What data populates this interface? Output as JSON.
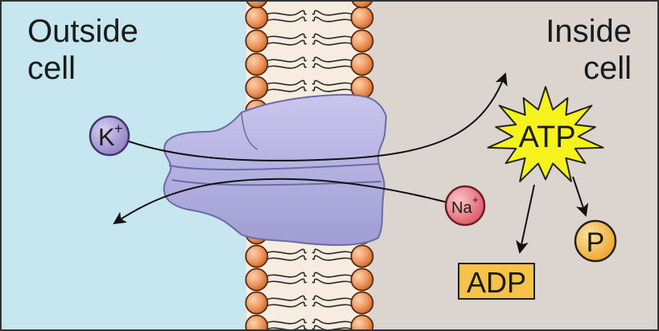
{
  "labels": {
    "outside_line1": "Outside",
    "outside_line2": "cell",
    "inside_line1": "Inside",
    "inside_line2": "cell"
  },
  "ions": {
    "potassium": {
      "base": "K",
      "charge": "+"
    },
    "sodium": {
      "base": "Na",
      "charge": "+"
    }
  },
  "molecules": {
    "atp": "ATP",
    "adp": "ADP",
    "phosphate": "P"
  },
  "colors": {
    "outside_fluid": "#c6e6f0",
    "inside_fluid": "#dcd5cf",
    "membrane_core": "#f6ecdf",
    "lipid_head": "#f19a62",
    "protein": "#b7b4e2",
    "potassium": "#a79ad6",
    "sodium": "#ee7a85",
    "atp_burst": "#f5f21c",
    "adp_box": "#f6c24a",
    "phosphate": "#f4b640"
  }
}
